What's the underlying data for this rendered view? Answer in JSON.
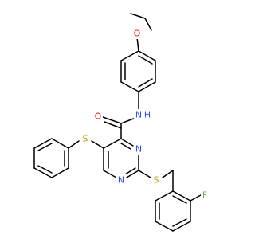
{
  "molecule": {
    "atoms": {
      "O": "O",
      "N_amide": "N",
      "H_amide": "H",
      "O_carbonyl": "O",
      "S_phenyl": "S",
      "N3": "N",
      "N1": "N",
      "S_benzyl": "S",
      "F": "F"
    },
    "colors": {
      "O": "#ff0d0d",
      "N": "#3050f8",
      "S": "#b2a000",
      "F": "#6ab540",
      "bond": "#000000"
    }
  }
}
